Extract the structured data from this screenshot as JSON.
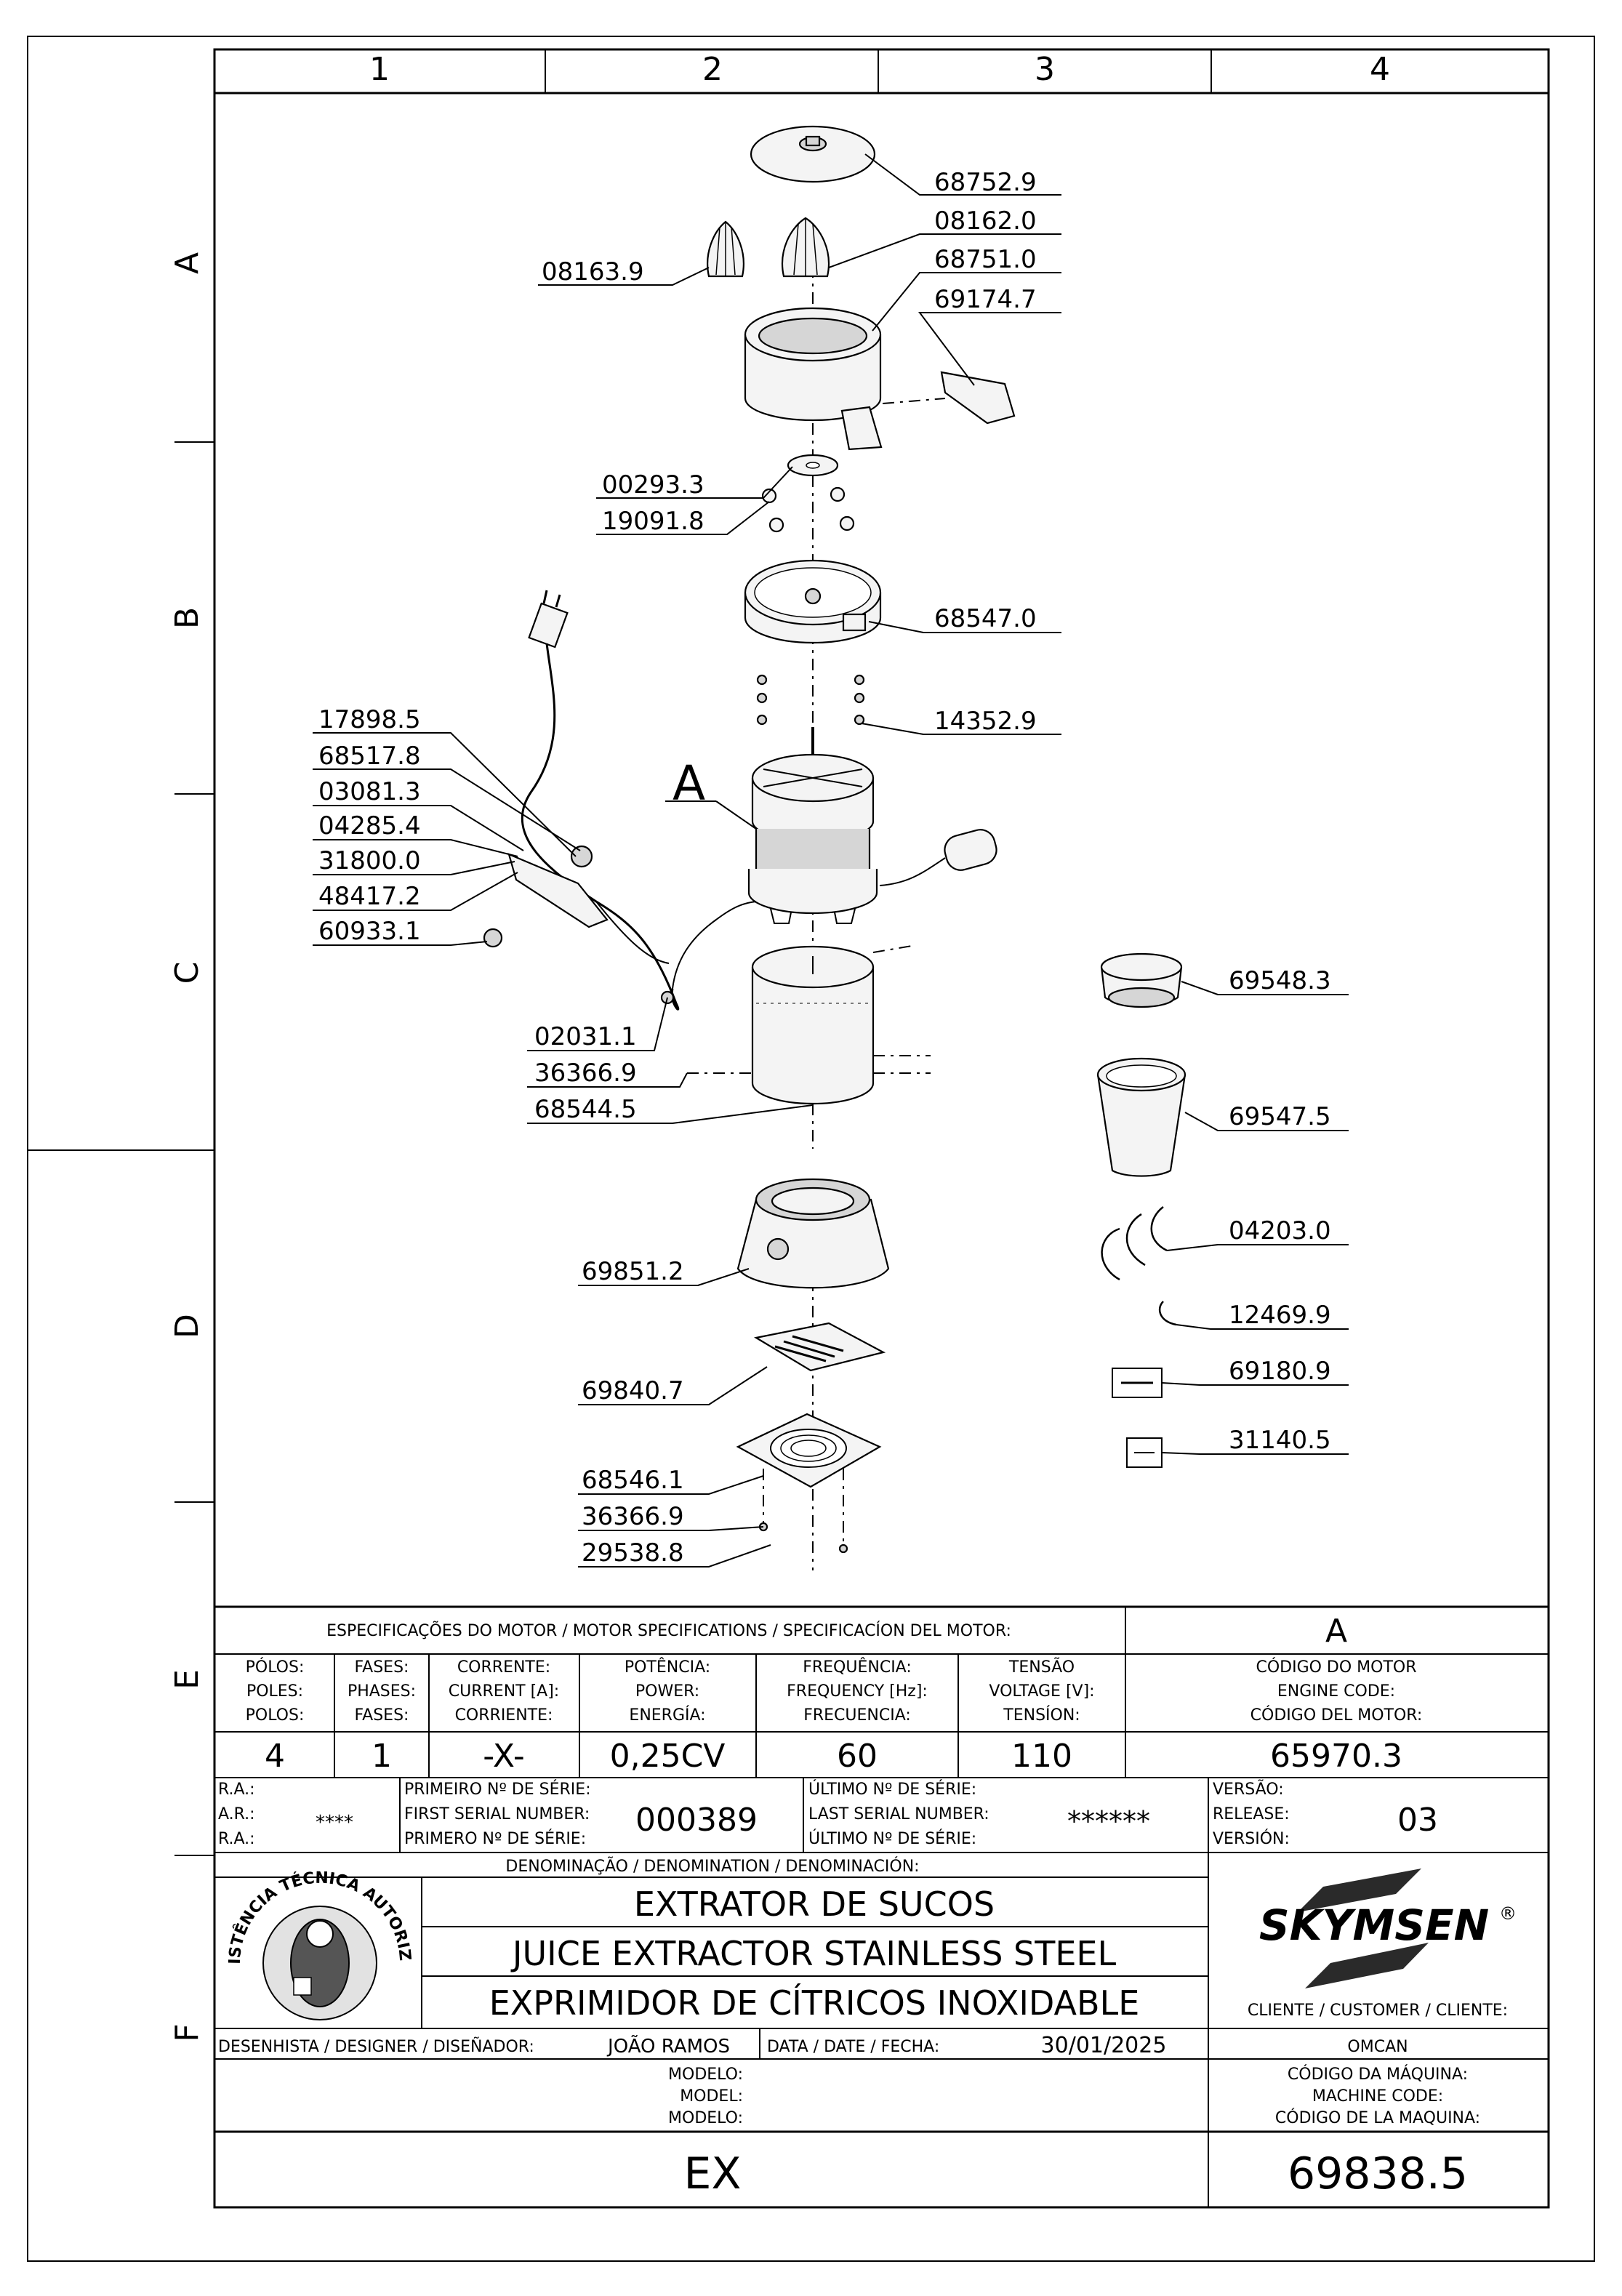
{
  "zones": {
    "columns": [
      "1",
      "2",
      "3",
      "4"
    ],
    "rows": [
      "A",
      "B",
      "C",
      "D",
      "E",
      "F"
    ]
  },
  "detail_marker": "A",
  "parts": [
    "68752.9",
    "08162.0",
    "08163.9",
    "68751.0",
    "69174.7",
    "00293.3",
    "19091.8",
    "68547.0",
    "14352.9",
    "17898.5",
    "68517.8",
    "03081.3",
    "04285.4",
    "31800.0",
    "48417.2",
    "60933.1",
    "02031.1",
    "36366.9",
    "68544.5",
    "69851.2",
    "69840.7",
    "68546.1",
    "36366.9",
    "29538.8",
    "69548.3",
    "69547.5",
    "04203.0",
    "12469.9",
    "69180.9",
    "31140.5"
  ],
  "motor": {
    "header": "ESPECIFICAÇÕES DO MOTOR / MOTOR SPECIFICATIONS / SPECIFICACÍON DEL MOTOR:",
    "version_letter": "A",
    "columns": [
      {
        "l1": "PÓLOS:",
        "l2": "POLES:",
        "l3": "POLOS:",
        "value": "4"
      },
      {
        "l1": "FASES:",
        "l2": "PHASES:",
        "l3": "FASES:",
        "value": "1"
      },
      {
        "l1": "CORRENTE:",
        "l2": "CURRENT [A]:",
        "l3": "CORRIENTE:",
        "value": "-X-"
      },
      {
        "l1": "POTÊNCIA:",
        "l2": "POWER:",
        "l3": "ENERGÍA:",
        "value": "0,25CV"
      },
      {
        "l1": "FREQUÊNCIA:",
        "l2": "FREQUENCY [Hz]:",
        "l3": "FRECUENCIA:",
        "value": "60"
      },
      {
        "l1": "TENSÃO",
        "l2": "VOLTAGE [V]:",
        "l3": "TENSÍON:",
        "value": "110"
      },
      {
        "l1": "CÓDIGO DO MOTOR",
        "l2": "ENGINE CODE:",
        "l3": "CÓDIGO DEL MOTOR:",
        "value": "65970.3"
      }
    ]
  },
  "serial": {
    "ra_labels": [
      "R.A.:",
      "A.R.:",
      "R.A.:"
    ],
    "ra_value": "****",
    "first_labels": [
      "PRIMEIRO Nº DE SÉRIE:",
      "FIRST SERIAL NUMBER:",
      "PRIMERO Nº DE SÉRIE:"
    ],
    "first_value": "000389",
    "last_labels": [
      "ÚLTIMO Nº DE SÉRIE:",
      "LAST SERIAL NUMBER:",
      "ÚLTIMO Nº DE SÉRIE:"
    ],
    "last_value": "******",
    "version_labels": [
      "VERSÃO:",
      "RELEASE:",
      "VERSIÓN:"
    ],
    "version_value": "03"
  },
  "denomination": {
    "label": "DENOMINAÇÃO / DENOMINATION / DENOMINACIÓN:",
    "lines": [
      "EXTRATOR DE SUCOS",
      "JUICE EXTRACTOR STAINLESS STEEL",
      "EXPRIMIDOR DE CÍTRICOS INOXIDABLE"
    ]
  },
  "badge": {
    "arc_text": "ASSISTÊNCIA TÉCNICA AUTORIZADA"
  },
  "brand": {
    "logo_text": "SKYMSEN",
    "registered": "®"
  },
  "client": {
    "label": "CLIENTE / CUSTOMER / CLIENTE:",
    "value": "OMCAN"
  },
  "designer": {
    "label": "DESENHISTA / DESIGNER / DISEÑADOR:",
    "value": "JOÃO RAMOS",
    "date_label": "DATA / DATE / FECHA:",
    "date_value": "30/01/2025"
  },
  "model": {
    "labels": [
      "MODELO:",
      "MODEL:",
      "MODELO:"
    ],
    "value": "EX"
  },
  "machine_code": {
    "labels": [
      "CÓDIGO DA MÁQUINA:",
      "MACHINE CODE:",
      "CÓDIGO DE LA MAQUINA:"
    ],
    "value": "69838.5"
  }
}
